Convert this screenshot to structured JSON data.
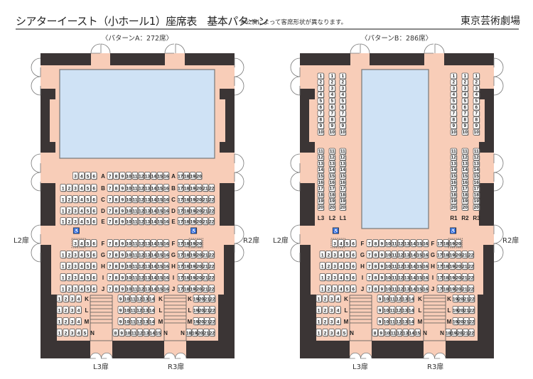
{
  "header": {
    "title": "シアターイースト（小ホール1）座席表　基本パターン",
    "note": "※公演によって客席形状が異なります。",
    "logo": "東京芸術劇場"
  },
  "colors": {
    "floor": "#f8cdb8",
    "wall": "#3b3535",
    "stage": "#cfe2f5",
    "seat": "#ffffff",
    "seat_border": "#555555"
  },
  "accessibility_icon": "wheelchair-icon",
  "doors": {
    "left": "L2扉",
    "right": "R2扉",
    "bottom_left": "L3扉",
    "bottom_right": "R3扉"
  },
  "patterns": [
    {
      "label": "〈パターンA：272席〉",
      "stage": "wide",
      "rows": [
        {
          "row": "A",
          "left": [
            3,
            6
          ],
          "center": [
            7,
            16
          ],
          "right": [
            17,
            20
          ]
        },
        {
          "row": "B",
          "left": [
            1,
            6
          ],
          "center": [
            7,
            16
          ],
          "right": [
            17,
            22
          ]
        },
        {
          "row": "C",
          "left": [
            1,
            6
          ],
          "center": [
            7,
            16
          ],
          "right": [
            17,
            22
          ]
        },
        {
          "row": "D",
          "left": [
            1,
            6
          ],
          "center": [
            7,
            16
          ],
          "right": [
            17,
            22
          ]
        },
        {
          "row": "E",
          "left": [
            1,
            6
          ],
          "center": [
            7,
            16
          ],
          "right": [
            17,
            22
          ]
        },
        {
          "row": "F",
          "left": [
            3,
            6
          ],
          "center": [
            7,
            16
          ],
          "right": [
            17,
            20
          ]
        },
        {
          "row": "G",
          "left": [
            1,
            6
          ],
          "center": [
            7,
            16
          ],
          "right": [
            17,
            22
          ]
        },
        {
          "row": "H",
          "left": [
            1,
            6
          ],
          "center": [
            7,
            16
          ],
          "right": [
            17,
            22
          ]
        },
        {
          "row": "I",
          "left": [
            1,
            6
          ],
          "center": [
            7,
            16
          ],
          "right": [
            17,
            22
          ]
        },
        {
          "row": "J",
          "left": [
            1,
            6
          ],
          "center": [
            7,
            16
          ],
          "right": [
            17,
            22
          ]
        },
        {
          "row": "K",
          "left": [
            1,
            4
          ],
          "center": [
            9,
            14
          ],
          "right": [
            19,
            22
          ]
        },
        {
          "row": "L",
          "left": [
            1,
            4
          ],
          "center": [
            9,
            14
          ],
          "right": [
            19,
            22
          ]
        },
        {
          "row": "M",
          "left": [
            1,
            4
          ],
          "center": [
            9,
            14
          ],
          "right": [
            19,
            22
          ]
        },
        {
          "row": "N",
          "left": [
            1,
            5
          ],
          "center": [
            8,
            15
          ],
          "right": [
            18,
            22
          ]
        }
      ],
      "wheelchair_seats": {
        "F": [
          [
            3,
            4
          ],
          [
            19,
            20
          ]
        ]
      },
      "side_columns": []
    },
    {
      "label": "〈パターンB：286席〉",
      "stage": "tall",
      "rows": [
        {
          "row": "F",
          "left": [
            3,
            6
          ],
          "center": [
            7,
            16
          ],
          "right": [
            17,
            20
          ]
        },
        {
          "row": "G",
          "left": [
            1,
            6
          ],
          "center": [
            7,
            16
          ],
          "right": [
            17,
            22
          ]
        },
        {
          "row": "H",
          "left": [
            1,
            6
          ],
          "center": [
            7,
            16
          ],
          "right": [
            17,
            22
          ]
        },
        {
          "row": "I",
          "left": [
            1,
            6
          ],
          "center": [
            7,
            16
          ],
          "right": [
            17,
            22
          ]
        },
        {
          "row": "J",
          "left": [
            1,
            6
          ],
          "center": [
            7,
            16
          ],
          "right": [
            17,
            22
          ]
        },
        {
          "row": "K",
          "left": [
            1,
            4
          ],
          "center": [
            9,
            14
          ],
          "right": [
            19,
            22
          ]
        },
        {
          "row": "L",
          "left": [
            1,
            4
          ],
          "center": [
            9,
            14
          ],
          "right": [
            19,
            22
          ]
        },
        {
          "row": "M",
          "left": [
            1,
            4
          ],
          "center": [
            9,
            14
          ],
          "right": [
            19,
            22
          ]
        },
        {
          "row": "N",
          "left": [
            1,
            5
          ],
          "center": [
            8,
            15
          ],
          "right": [
            18,
            22
          ]
        }
      ],
      "wheelchair_seats": {
        "F": [
          [
            3,
            4
          ],
          [
            19,
            20
          ]
        ]
      },
      "side_columns": [
        {
          "label": "L3",
          "seats": [
            1,
            20
          ]
        },
        {
          "label": "L2",
          "seats": [
            1,
            20
          ]
        },
        {
          "label": "L1",
          "seats": [
            1,
            20
          ]
        },
        {
          "label": "R1",
          "seats": [
            1,
            20
          ]
        },
        {
          "label": "R2",
          "seats": [
            1,
            20
          ]
        },
        {
          "label": "R3",
          "seats": [
            1,
            20
          ]
        }
      ]
    }
  ]
}
